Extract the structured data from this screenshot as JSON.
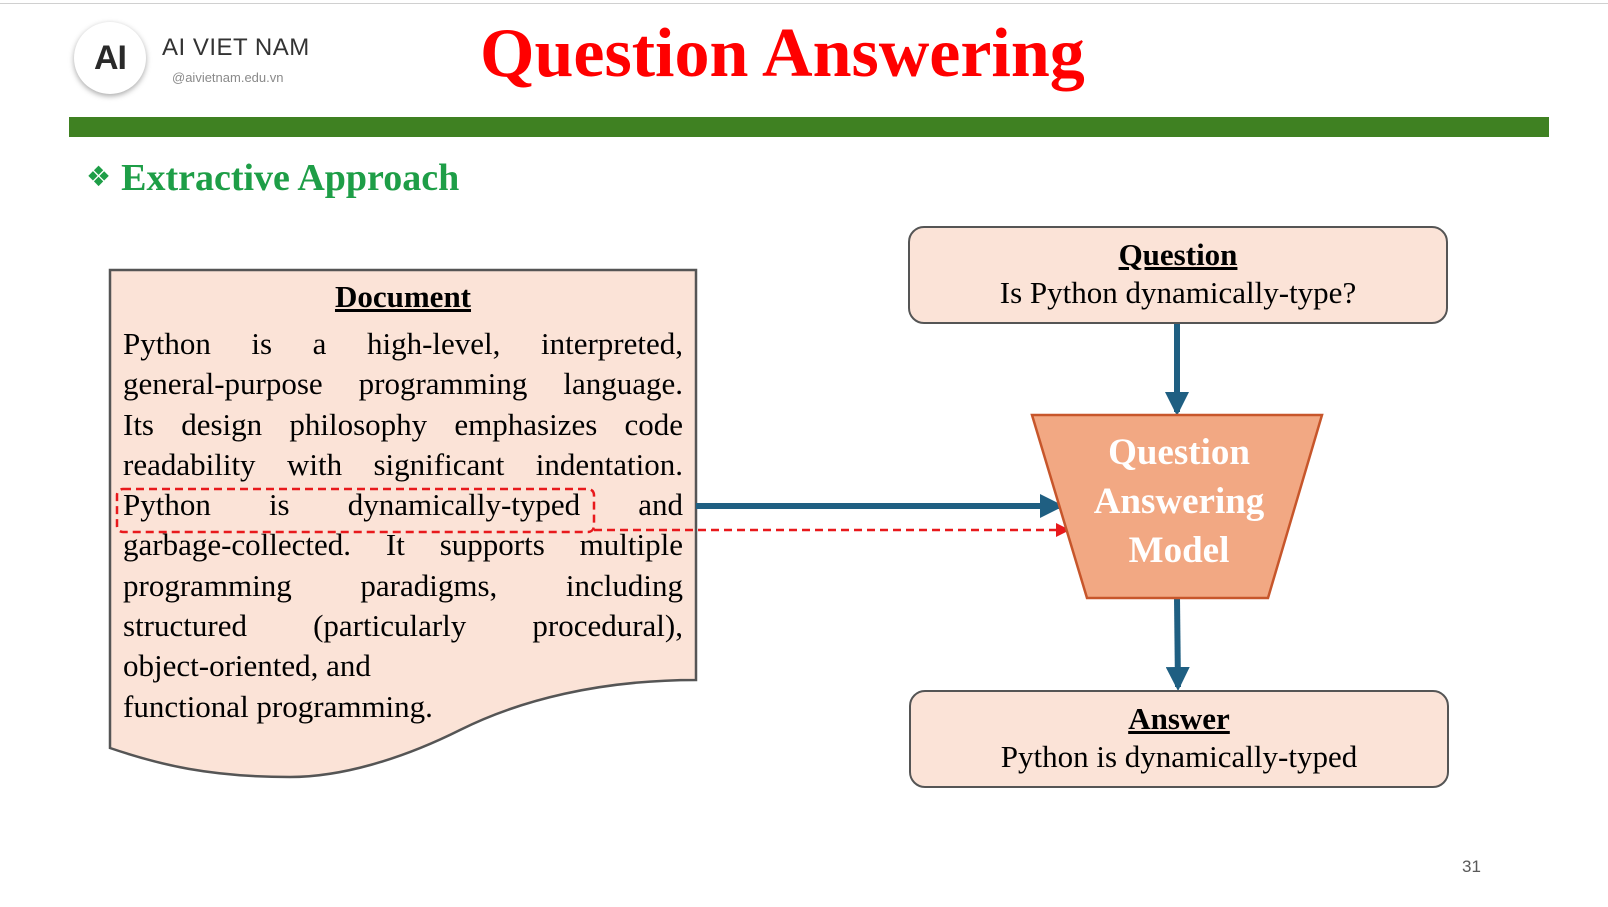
{
  "logo": {
    "mark": "AI",
    "name": "AI VIET NAM",
    "handle": "@aivietnam.edu.vn"
  },
  "slide": {
    "title": "Question Answering",
    "section_bullet": "❖",
    "section_title": "Extractive Approach",
    "page_number": "31"
  },
  "document": {
    "title": "Document",
    "lines": [
      "Python is a high-level, interpreted,",
      "general-purpose programming language.",
      "Its design philosophy emphasizes code",
      "readability with significant indentation.",
      "Python is dynamically-typed and",
      "garbage-collected. It supports multiple",
      "programming paradigms, including",
      "structured (particularly procedural),",
      "object-oriented, and",
      "functional programming."
    ]
  },
  "question": {
    "title": "Question",
    "text": "Is Python dynamically-type?"
  },
  "model": {
    "line1": "Question",
    "line2": "Answering",
    "line3": "Model"
  },
  "answer": {
    "title": "Answer",
    "text": "Python is dynamically-typed"
  },
  "colors": {
    "title_red": "#ff0000",
    "section_green": "#1e9e47",
    "bar_green": "#3f8122",
    "box_fill": "#fbe3d7",
    "model_fill": "#f2a883",
    "arrow_blue": "#1f5f82",
    "highlight_red": "#e8191c"
  },
  "icons": {
    "section_bullet": "diamond-bullet-icon"
  }
}
